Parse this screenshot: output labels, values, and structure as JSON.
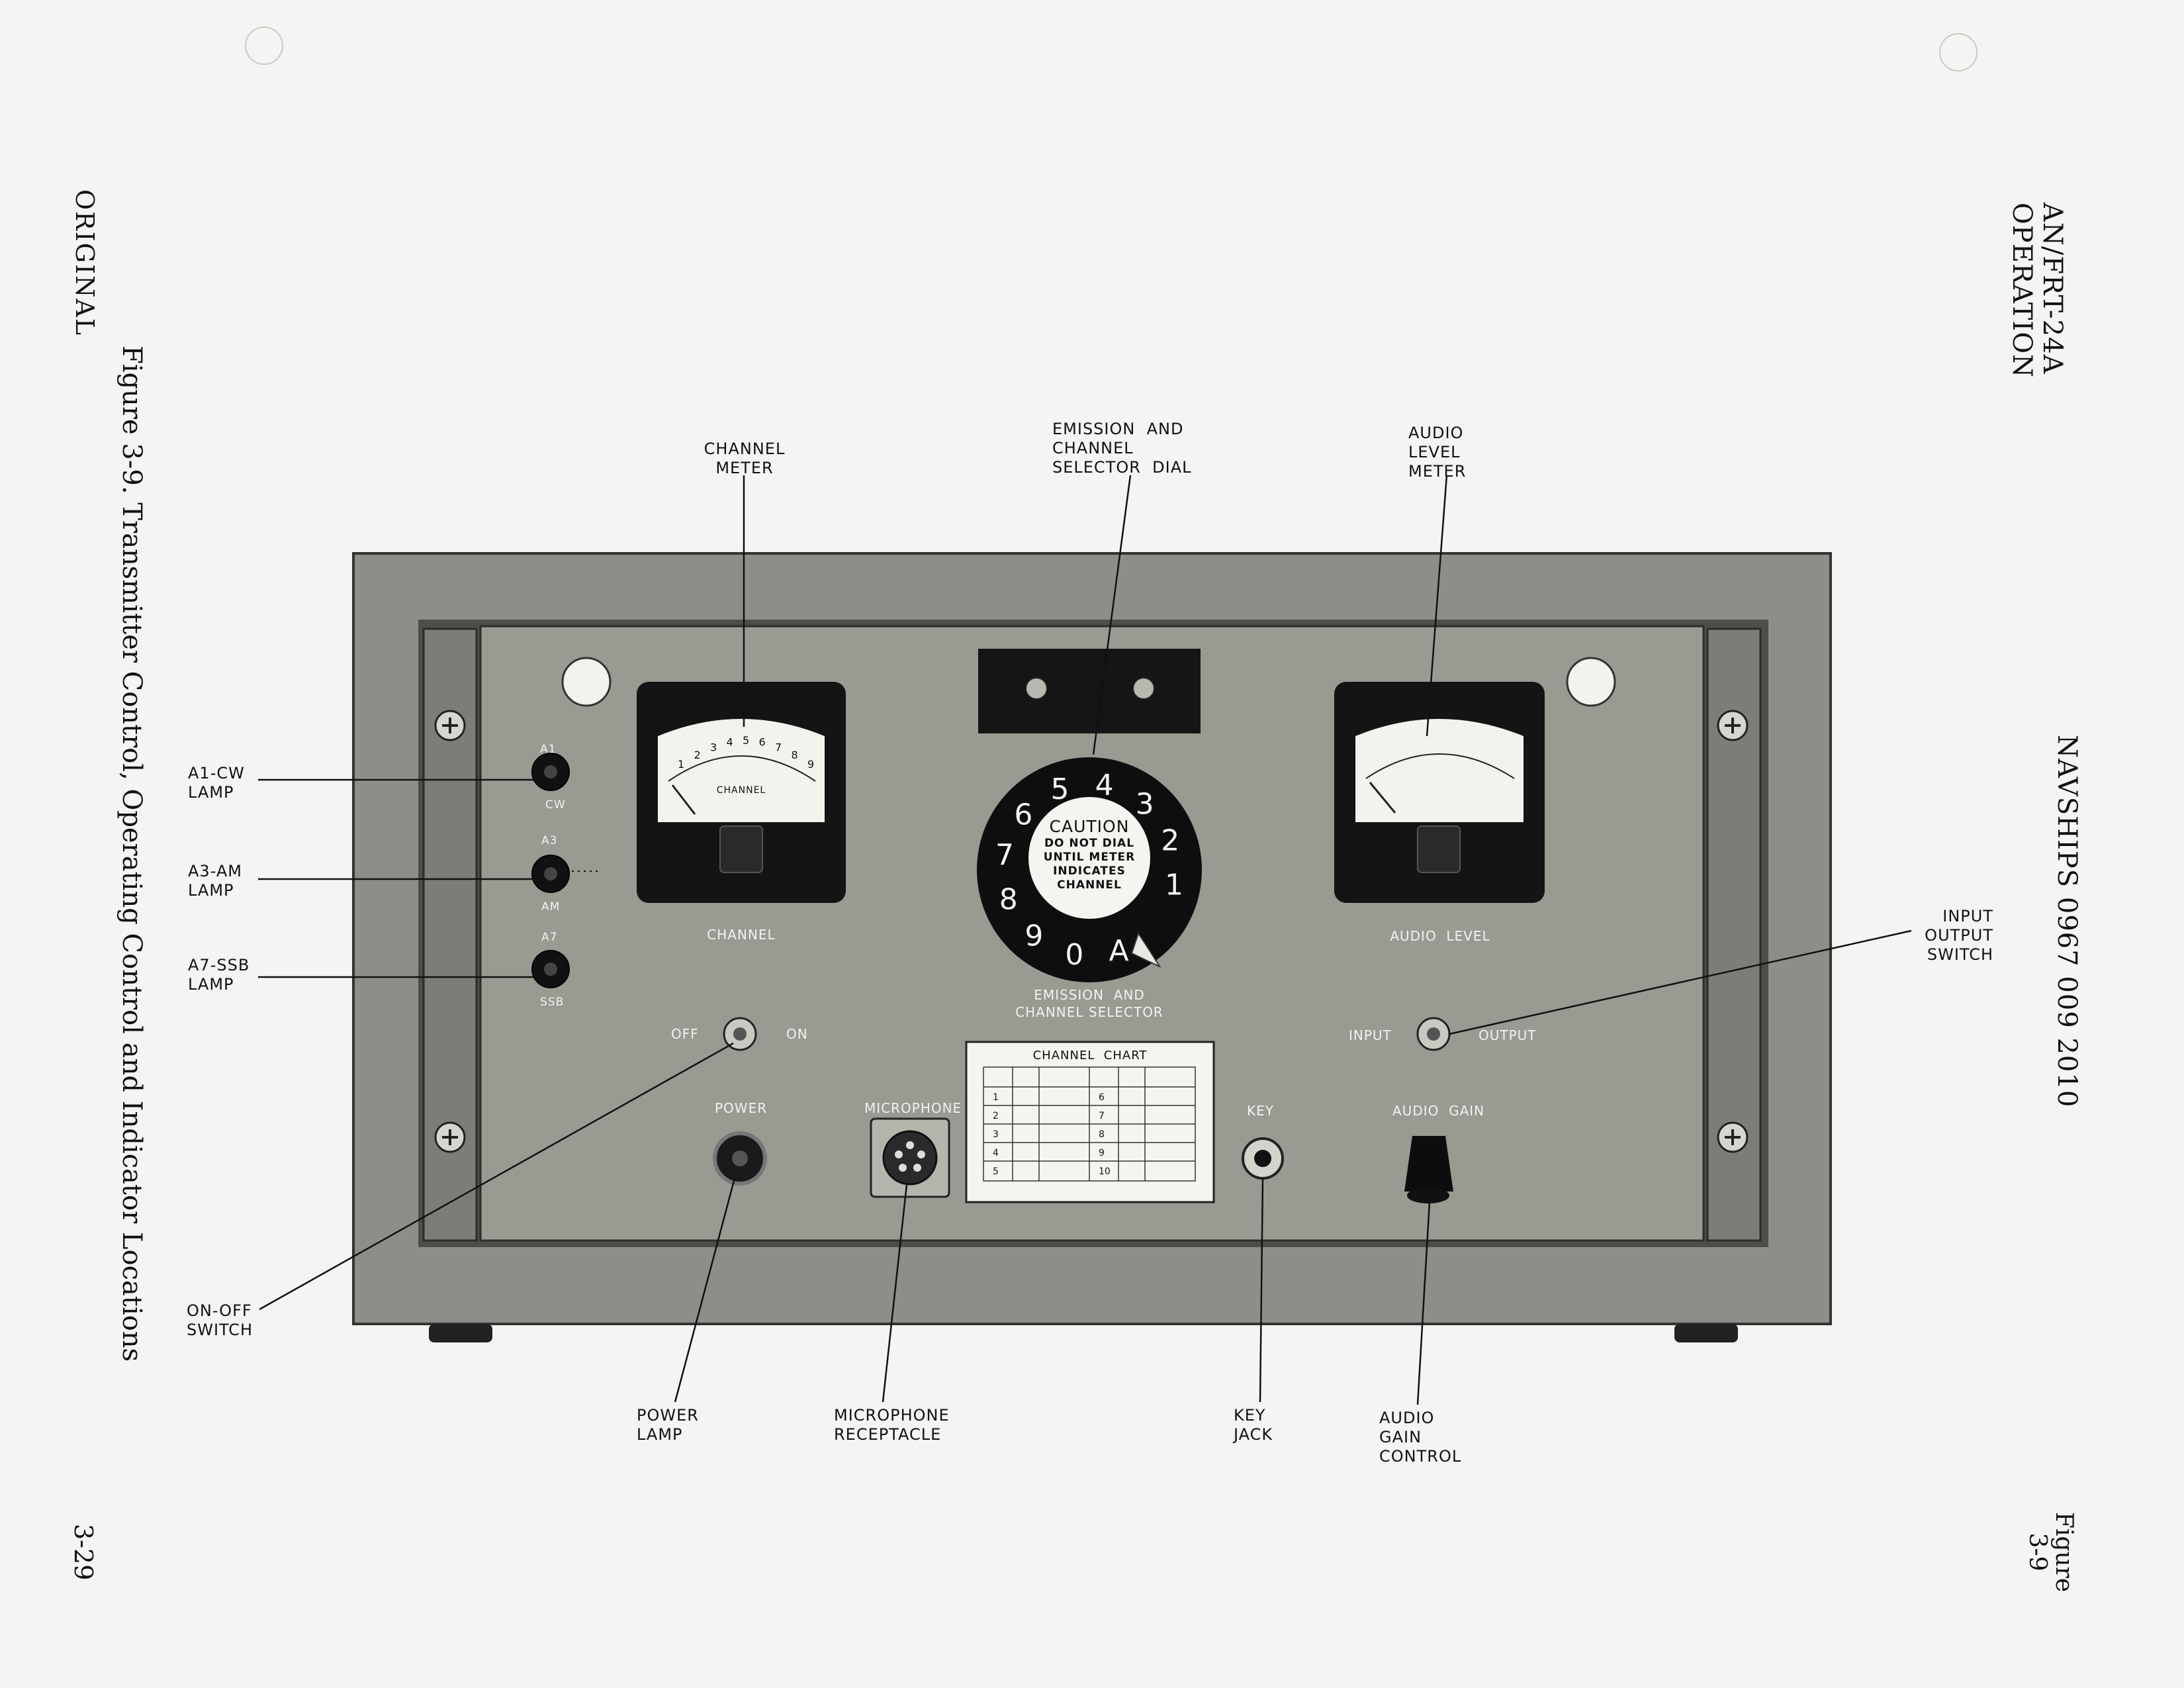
{
  "header": {
    "model": "AN/FRT-24A",
    "section": "OPERATION",
    "doc_number": "NAVSHIPS 0967 009 2010",
    "figure_tab": "Figure\n3-9"
  },
  "footer": {
    "status": "ORIGINAL",
    "page": "3-29"
  },
  "caption": "Figure 3-9.  Transmitter Control, Operating Control and Indicator Locations",
  "callouts": {
    "channel_meter": "CHANNEL\nMETER",
    "emission_dial": "EMISSION  AND\nCHANNEL\nSELECTOR  DIAL",
    "audio_level_meter": "AUDIO\nLEVEL\nMETER",
    "a1_cw_lamp": "A1-CW\nLAMP",
    "a3_am_lamp": "A3-AM\nLAMP",
    "a7_ssb_lamp": "A7-SSB\nLAMP",
    "input_output_switch": "INPUT\nOUTPUT\nSWITCH",
    "on_off_switch": "ON-OFF\nSWITCH",
    "power_lamp": "POWER\nLAMP",
    "microphone_receptacle": "MICROPHONE\nRECEPTACLE",
    "key_jack": "KEY\nJACK",
    "audio_gain_control": "AUDIO\nGAIN\nCONTROL"
  },
  "panel": {
    "lamp_a1": "A1",
    "lamp_cw": "CW",
    "lamp_a3": "A3",
    "lamp_am": "AM",
    "lamp_a7": "A7",
    "lamp_ssb": "SSB",
    "channel_meter_face": "CHANNEL",
    "channel_meter_label": "CHANNEL",
    "audio_meter_label": "AUDIO  LEVEL",
    "selector_label": "EMISSION  AND\nCHANNEL SELECTOR",
    "dial_caution_title": "CAUTION",
    "dial_caution_text": "DO NOT DIAL\nUNTIL METER\nINDICATES\nCHANNEL",
    "off": "OFF",
    "on": "ON",
    "input": "INPUT",
    "output": "OUTPUT",
    "power": "POWER",
    "microphone": "MICROPHONE",
    "key": "KEY",
    "audio_gain": "AUDIO  GAIN",
    "chart_title": "CHANNEL  CHART",
    "dial_digits": [
      "1",
      "2",
      "3",
      "4",
      "5",
      "6",
      "7",
      "8",
      "9",
      "0",
      "A"
    ],
    "chart_rows_left": [
      "1",
      "2",
      "3",
      "4",
      "5"
    ],
    "chart_rows_right": [
      "6",
      "7",
      "8",
      "9",
      "10"
    ],
    "meter_scale": [
      "1",
      "2",
      "3",
      "4",
      "5",
      "6",
      "7",
      "8",
      "9"
    ]
  }
}
